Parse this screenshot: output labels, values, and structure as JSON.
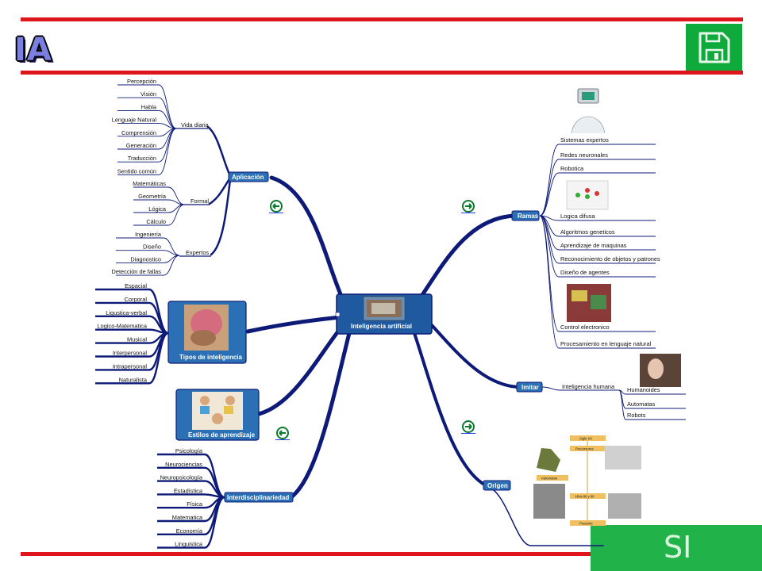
{
  "header": {
    "title": "IA"
  },
  "footer": {
    "button_label": "SI"
  },
  "colors": {
    "accent_red": "#e0141b",
    "save_green": "#0faa3c",
    "si_green": "#22b24a",
    "branch_blue": "#0d1a78",
    "node_blue": "#2b6fb5"
  },
  "icons": {
    "save": "floppy-disk-icon",
    "nav": "circle-arrow-icon"
  },
  "center": {
    "label": "Inteligencia artificial"
  },
  "aplicacion": {
    "label": "Aplicación",
    "vida_diaria": {
      "label": "Vida diaria",
      "items": [
        "Percepción",
        "Visión",
        "Habla",
        "Lenguaje Natural",
        "Comprensión",
        "Generación",
        "Traducción",
        "Sentido común"
      ]
    },
    "formal": {
      "label": "Formal",
      "items": [
        "Matemáticas",
        "Geometría",
        "Lógica",
        "Cálculo"
      ]
    },
    "expertos": {
      "label": "Expertos",
      "items": [
        "Ingeniería",
        "Diseño",
        "Diagnostico",
        "Detección de fallas"
      ]
    }
  },
  "tipos": {
    "label": "Tipos de inteligencia",
    "items": [
      "Espacial",
      "Corporal",
      "Ligustica-verbal",
      "Logico-Matematica",
      "Musical",
      "Interpersonal",
      "Intrapersonal",
      "Naturalista"
    ]
  },
  "estilos": {
    "label": "Estilos de aprendizaje"
  },
  "interdisciplinariedad": {
    "label": "Interdisciplinariedad",
    "items": [
      "Psicología",
      "Neurociencias",
      "Neuropsicología",
      "Estadística",
      "Física",
      "Matematica",
      "Economía",
      "Linguistica"
    ]
  },
  "ramas": {
    "label": "Ramas",
    "items": [
      "Sistemas expertos",
      "Redes neuronales",
      "Robotica",
      "Logica difusa",
      "Algoritmos geneticos",
      "Aprendizaje de maquinas",
      "Reconocimiento de objetos y patrones",
      "Diseño de agentes",
      "Control electronico",
      "Procesamiento en lenguaje natural"
    ]
  },
  "imitar": {
    "label": "Imitar",
    "sub": "Inteligencia humana",
    "items": [
      "Humanoides",
      "Automatas",
      "Robots"
    ]
  },
  "origen": {
    "label": "Origen",
    "timeline": [
      "Siglo XX",
      "Precursores",
      "Automatas",
      "Años 80 y 90",
      "Presente"
    ]
  }
}
